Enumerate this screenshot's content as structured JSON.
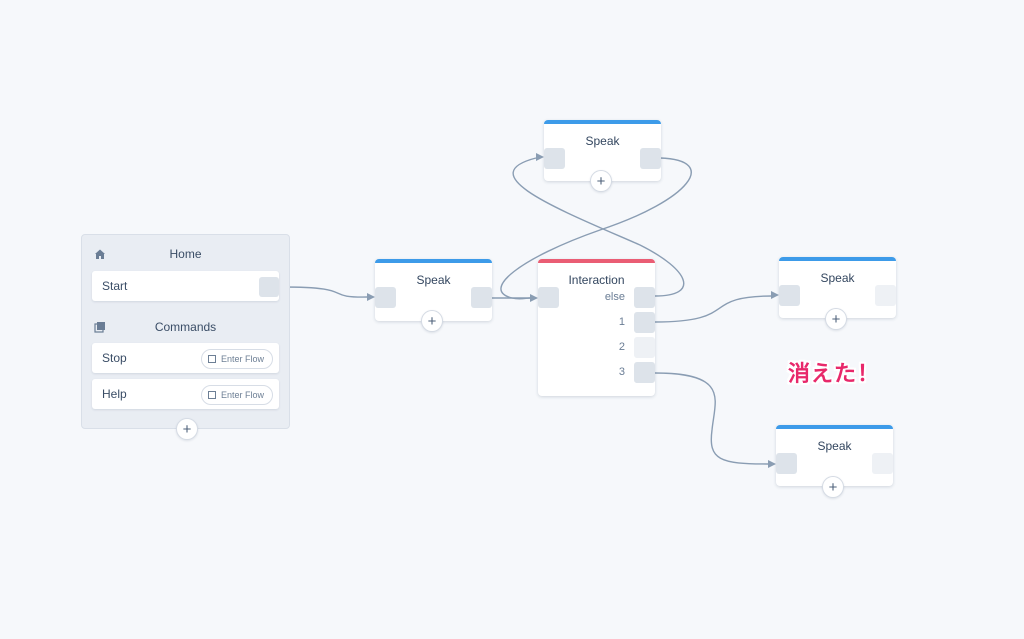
{
  "panel": {
    "home_label": "Home",
    "home_icon": "home-icon",
    "start_label": "Start",
    "commands_label": "Commands",
    "commands_icon": "commands-icon",
    "commands": [
      {
        "label": "Stop",
        "action": "Enter Flow"
      },
      {
        "label": "Help",
        "action": "Enter Flow"
      }
    ]
  },
  "nodes": {
    "speak_center": {
      "title": "Speak"
    },
    "speak_top": {
      "title": "Speak"
    },
    "interaction": {
      "title": "Interaction",
      "options": [
        "else",
        "1",
        "2",
        "3"
      ]
    },
    "speak_right_top": {
      "title": "Speak"
    },
    "speak_right_bottom": {
      "title": "Speak"
    }
  },
  "add_symbol": "+",
  "note": "消えた！",
  "colors": {
    "speak_bar": "#3d9be9",
    "interaction_bar": "#ea5d74",
    "note": "#e8286a",
    "wire": "#8a9db3"
  }
}
